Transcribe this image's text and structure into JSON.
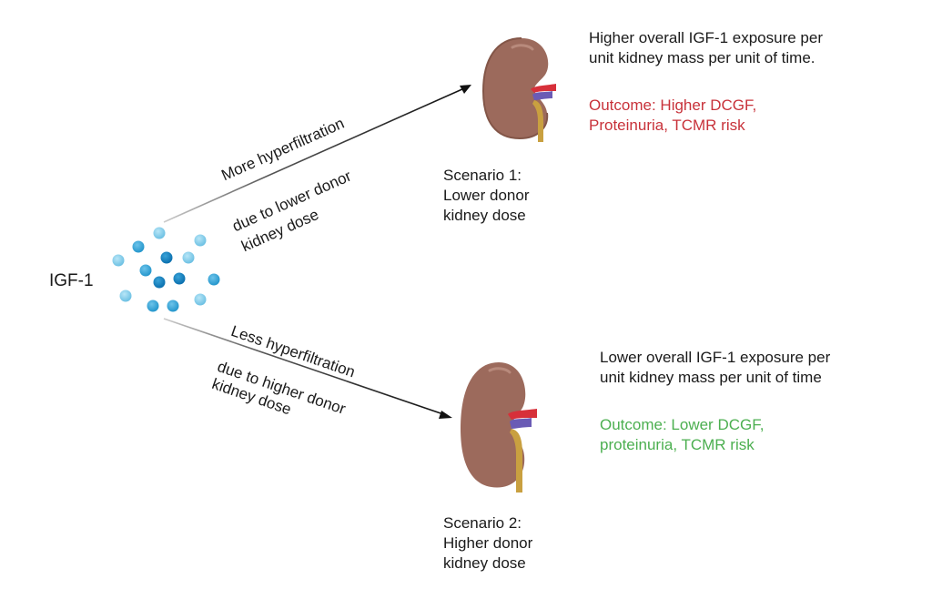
{
  "source": {
    "label": "IGF-1"
  },
  "arrows": {
    "upper": {
      "line1": "More hyperfiltration",
      "line2": "due to lower donor",
      "line3": "kidney dose"
    },
    "lower": {
      "line1": "Less hyperfiltration",
      "line2": "due to higher donor",
      "line3": "kidney dose"
    }
  },
  "scenario1": {
    "caption": [
      "Scenario 1:",
      "Lower donor",
      "kidney dose"
    ],
    "description": [
      "Higher overall IGF-1 exposure per",
      "unit kidney mass per unit of time."
    ],
    "outcome": [
      "Outcome: Higher DCGF,",
      "Proteinuria, TCMR risk"
    ],
    "outcome_color": "#c8323a"
  },
  "scenario2": {
    "caption": [
      "Scenario 2:",
      "Higher donor",
      "kidney dose"
    ],
    "description": [
      "Lower overall IGF-1 exposure per",
      "unit kidney mass per unit of time"
    ],
    "outcome": [
      "Outcome: Lower DCGF,",
      "proteinuria, TCMR risk"
    ],
    "outcome_color": "#4caf50"
  },
  "colors": {
    "kidney": "#9c6a5c",
    "artery": "#d7303a",
    "vein": "#6a5bb5",
    "ureter": "#c9a040",
    "molecule_light": "#7fcbe8",
    "molecule_mid": "#35a3d6",
    "molecule_dark": "#0f7fbf"
  }
}
